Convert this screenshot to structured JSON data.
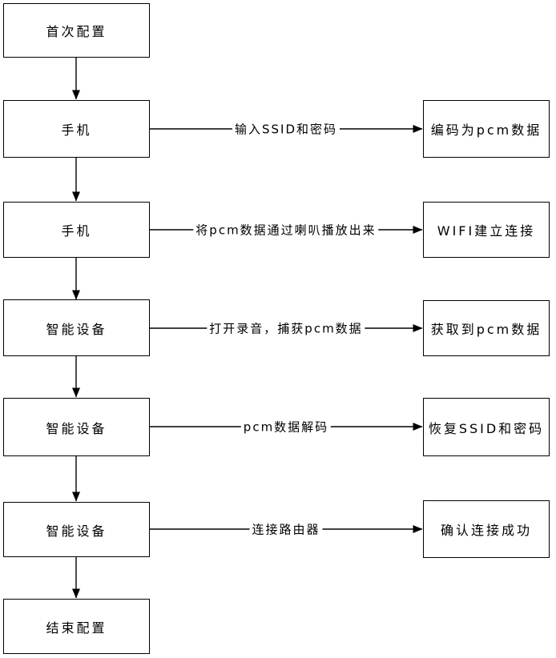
{
  "diagram": {
    "type": "flowchart",
    "colors": {
      "background": "#ffffff",
      "line": "#000000",
      "box_border": "#000000",
      "text": "#000000"
    },
    "left_column": [
      {
        "label": "首次配置"
      },
      {
        "label": "手机"
      },
      {
        "label": "手机"
      },
      {
        "label": "智能设备"
      },
      {
        "label": "智能设备"
      },
      {
        "label": "智能设备"
      },
      {
        "label": "结束配置"
      }
    ],
    "right_column": [
      {
        "label": "编码为pcm数据"
      },
      {
        "label": "WIFI建立连接"
      },
      {
        "label": "获取到pcm数据"
      },
      {
        "label": "恢复SSID和密码"
      },
      {
        "label": "确认连接成功"
      }
    ],
    "arrow_labels": [
      {
        "label": "输入SSID和密码"
      },
      {
        "label": "将pcm数据通过喇叭播放出来"
      },
      {
        "label": "打开录音，捕获pcm数据"
      },
      {
        "label": "pcm数据解码"
      },
      {
        "label": "连接路由器"
      }
    ]
  }
}
